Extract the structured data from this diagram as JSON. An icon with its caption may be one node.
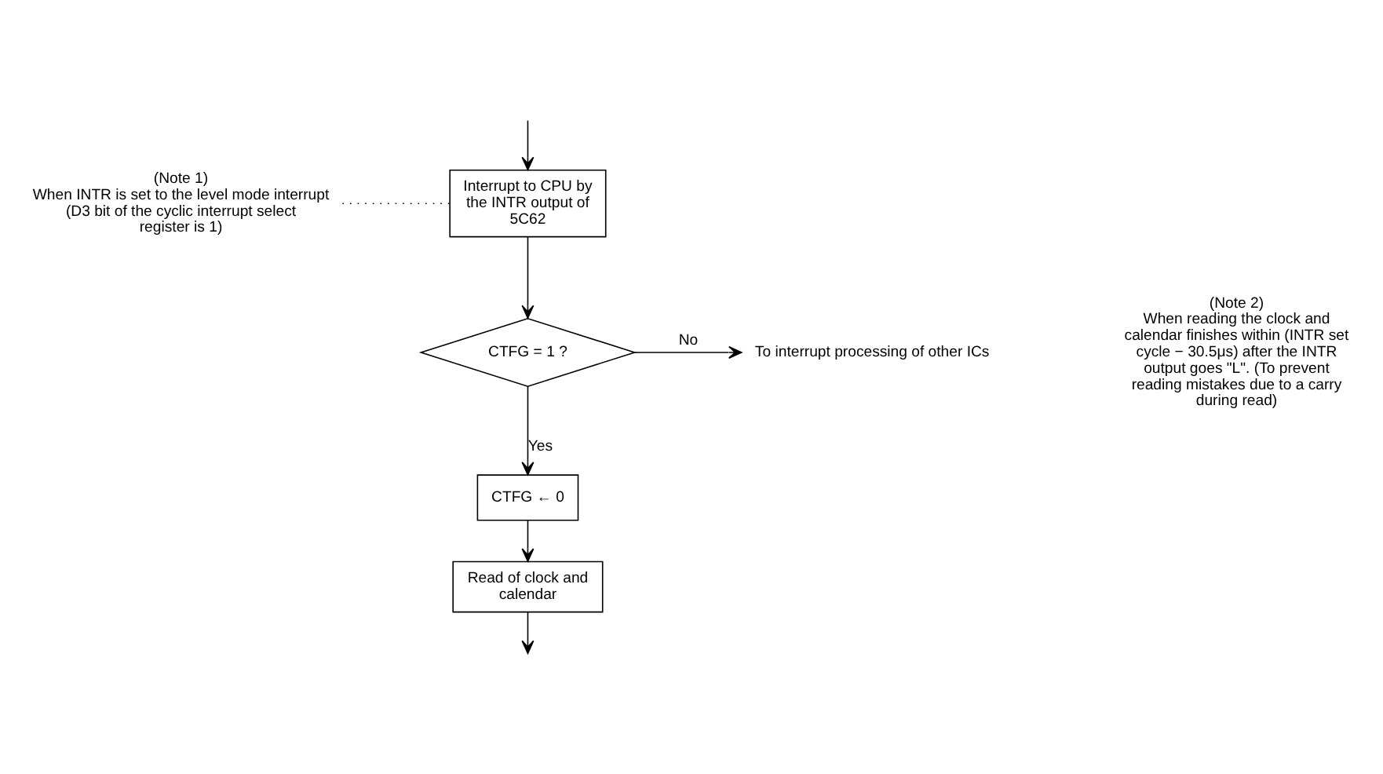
{
  "diagram": {
    "nodes": [
      {
        "text": [
          "Interrupt to CPU by the INTR output of 5C62"
        ]
      },
      {
        "text": [
          "CTFG = 1 ?"
        ]
      },
      {
        "text": [
          "To interrupt processing of other ICs"
        ]
      },
      {
        "text": [
          "CTFG ← 0"
        ]
      },
      {
        "text": [
          "Read of clock and calendar"
        ]
      },
      {
        "text": [
          "(Note 1)",
          "When INTR is set to the level mode interrupt (D3 bit of the cyclic interrupt select register is 1)"
        ]
      }
    ],
    "edges": [
      {
        "from": null,
        "to": 0,
        "arrow": "to"
      },
      {
        "from": 0,
        "to": 1,
        "arrow": "to"
      },
      {
        "from": 1,
        "to": 2,
        "arrow": "to",
        "label": "No"
      },
      {
        "from": 1,
        "to": 3,
        "arrow": "to",
        "label": "Yes"
      },
      {
        "from": 3,
        "to": 4,
        "arrow": "to"
      },
      {
        "from": 4,
        "to": null,
        "arrow": "to"
      },
      {
        "from": 5,
        "to": 0,
        "arrow": "none",
        "style": "dashed"
      }
    ],
    "labels": [
      "(Note 2)",
      "When reading the clock and calendar finishes within (INTR set cycle − 30.5μs) after the INTR output goes \"L\". (To prevent reading mistakes due to a carry during read)"
    ]
  }
}
